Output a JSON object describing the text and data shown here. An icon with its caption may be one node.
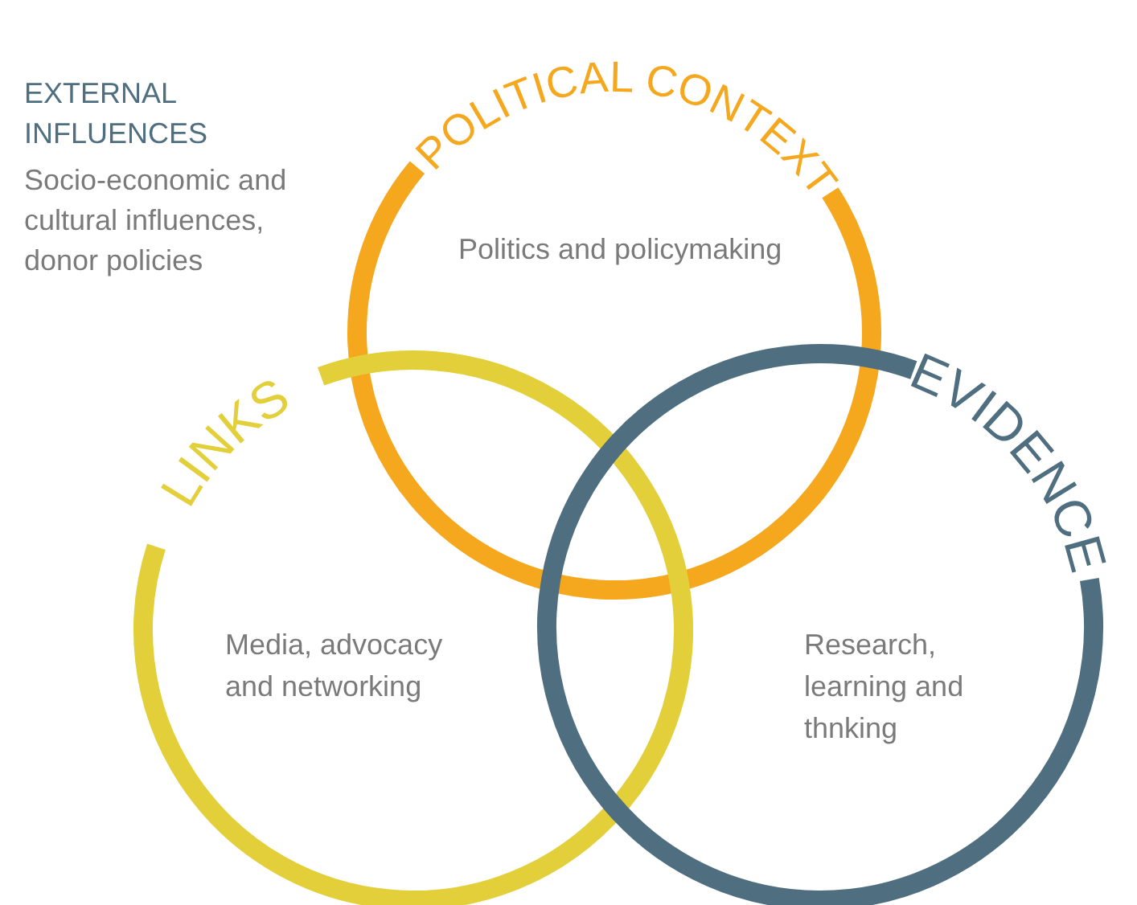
{
  "diagram": {
    "nodes": [
      {
        "text": [
          "POLITICAL CONTEXT",
          "Politics and policymaking"
        ]
      },
      {
        "text": [
          "LINKS",
          "Media, advocacy and networking"
        ]
      },
      {
        "text": [
          "EVIDENCE",
          "Research, learning and thnking"
        ]
      }
    ],
    "labels": [
      "EXTERNAL INFLUENCES",
      "Socio-economic and cultural influences, donor policies"
    ]
  }
}
